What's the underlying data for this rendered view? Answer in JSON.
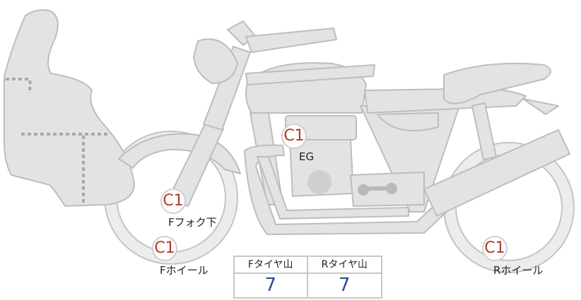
{
  "markers": {
    "engine": "C1",
    "front_fork_lower": "C1",
    "front_wheel": "C1",
    "rear_wheel": "C1"
  },
  "labels": {
    "engine": "EG",
    "front_fork_lower": "Fフォク下",
    "front_wheel": "Fホイール",
    "rear_wheel": "Rホイール"
  },
  "tread_table": {
    "front_header": "Fタイヤ山",
    "rear_header": "Rタイヤ山",
    "front_value": "7",
    "rear_value": "7"
  },
  "colors": {
    "marker_text": "#b03a2e",
    "tread_value": "#2d4a9a",
    "part_fill": "#e3e3e3"
  }
}
